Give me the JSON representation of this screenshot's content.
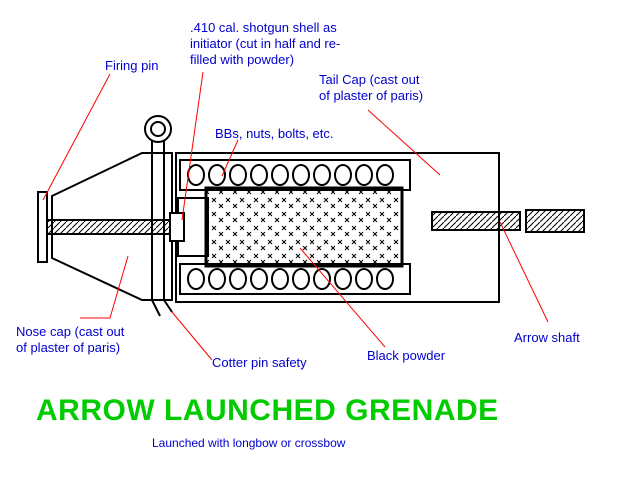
{
  "labels": {
    "shell": ".410 cal. shotgun shell as\ninitiator (cut in half and re-\nfilled with powder)",
    "firing_pin": "Firing pin",
    "tail_cap": "Tail Cap (cast out\nof plaster of paris)",
    "bbs": "BBs, nuts, bolts, etc.",
    "nose_cap": "Nose cap (cast out\nof plaster of paris)",
    "cotter_pin": "Cotter pin safety",
    "black_powder": "Black powder",
    "arrow_shaft": "Arrow shaft"
  },
  "title": "ARROW LAUNCHED GRENADE",
  "subtitle": "Launched with longbow or crossbow",
  "colors": {
    "label": "#0000cc",
    "title": "#00cc00",
    "leader": "#ff0000",
    "drawing": "#000000"
  }
}
